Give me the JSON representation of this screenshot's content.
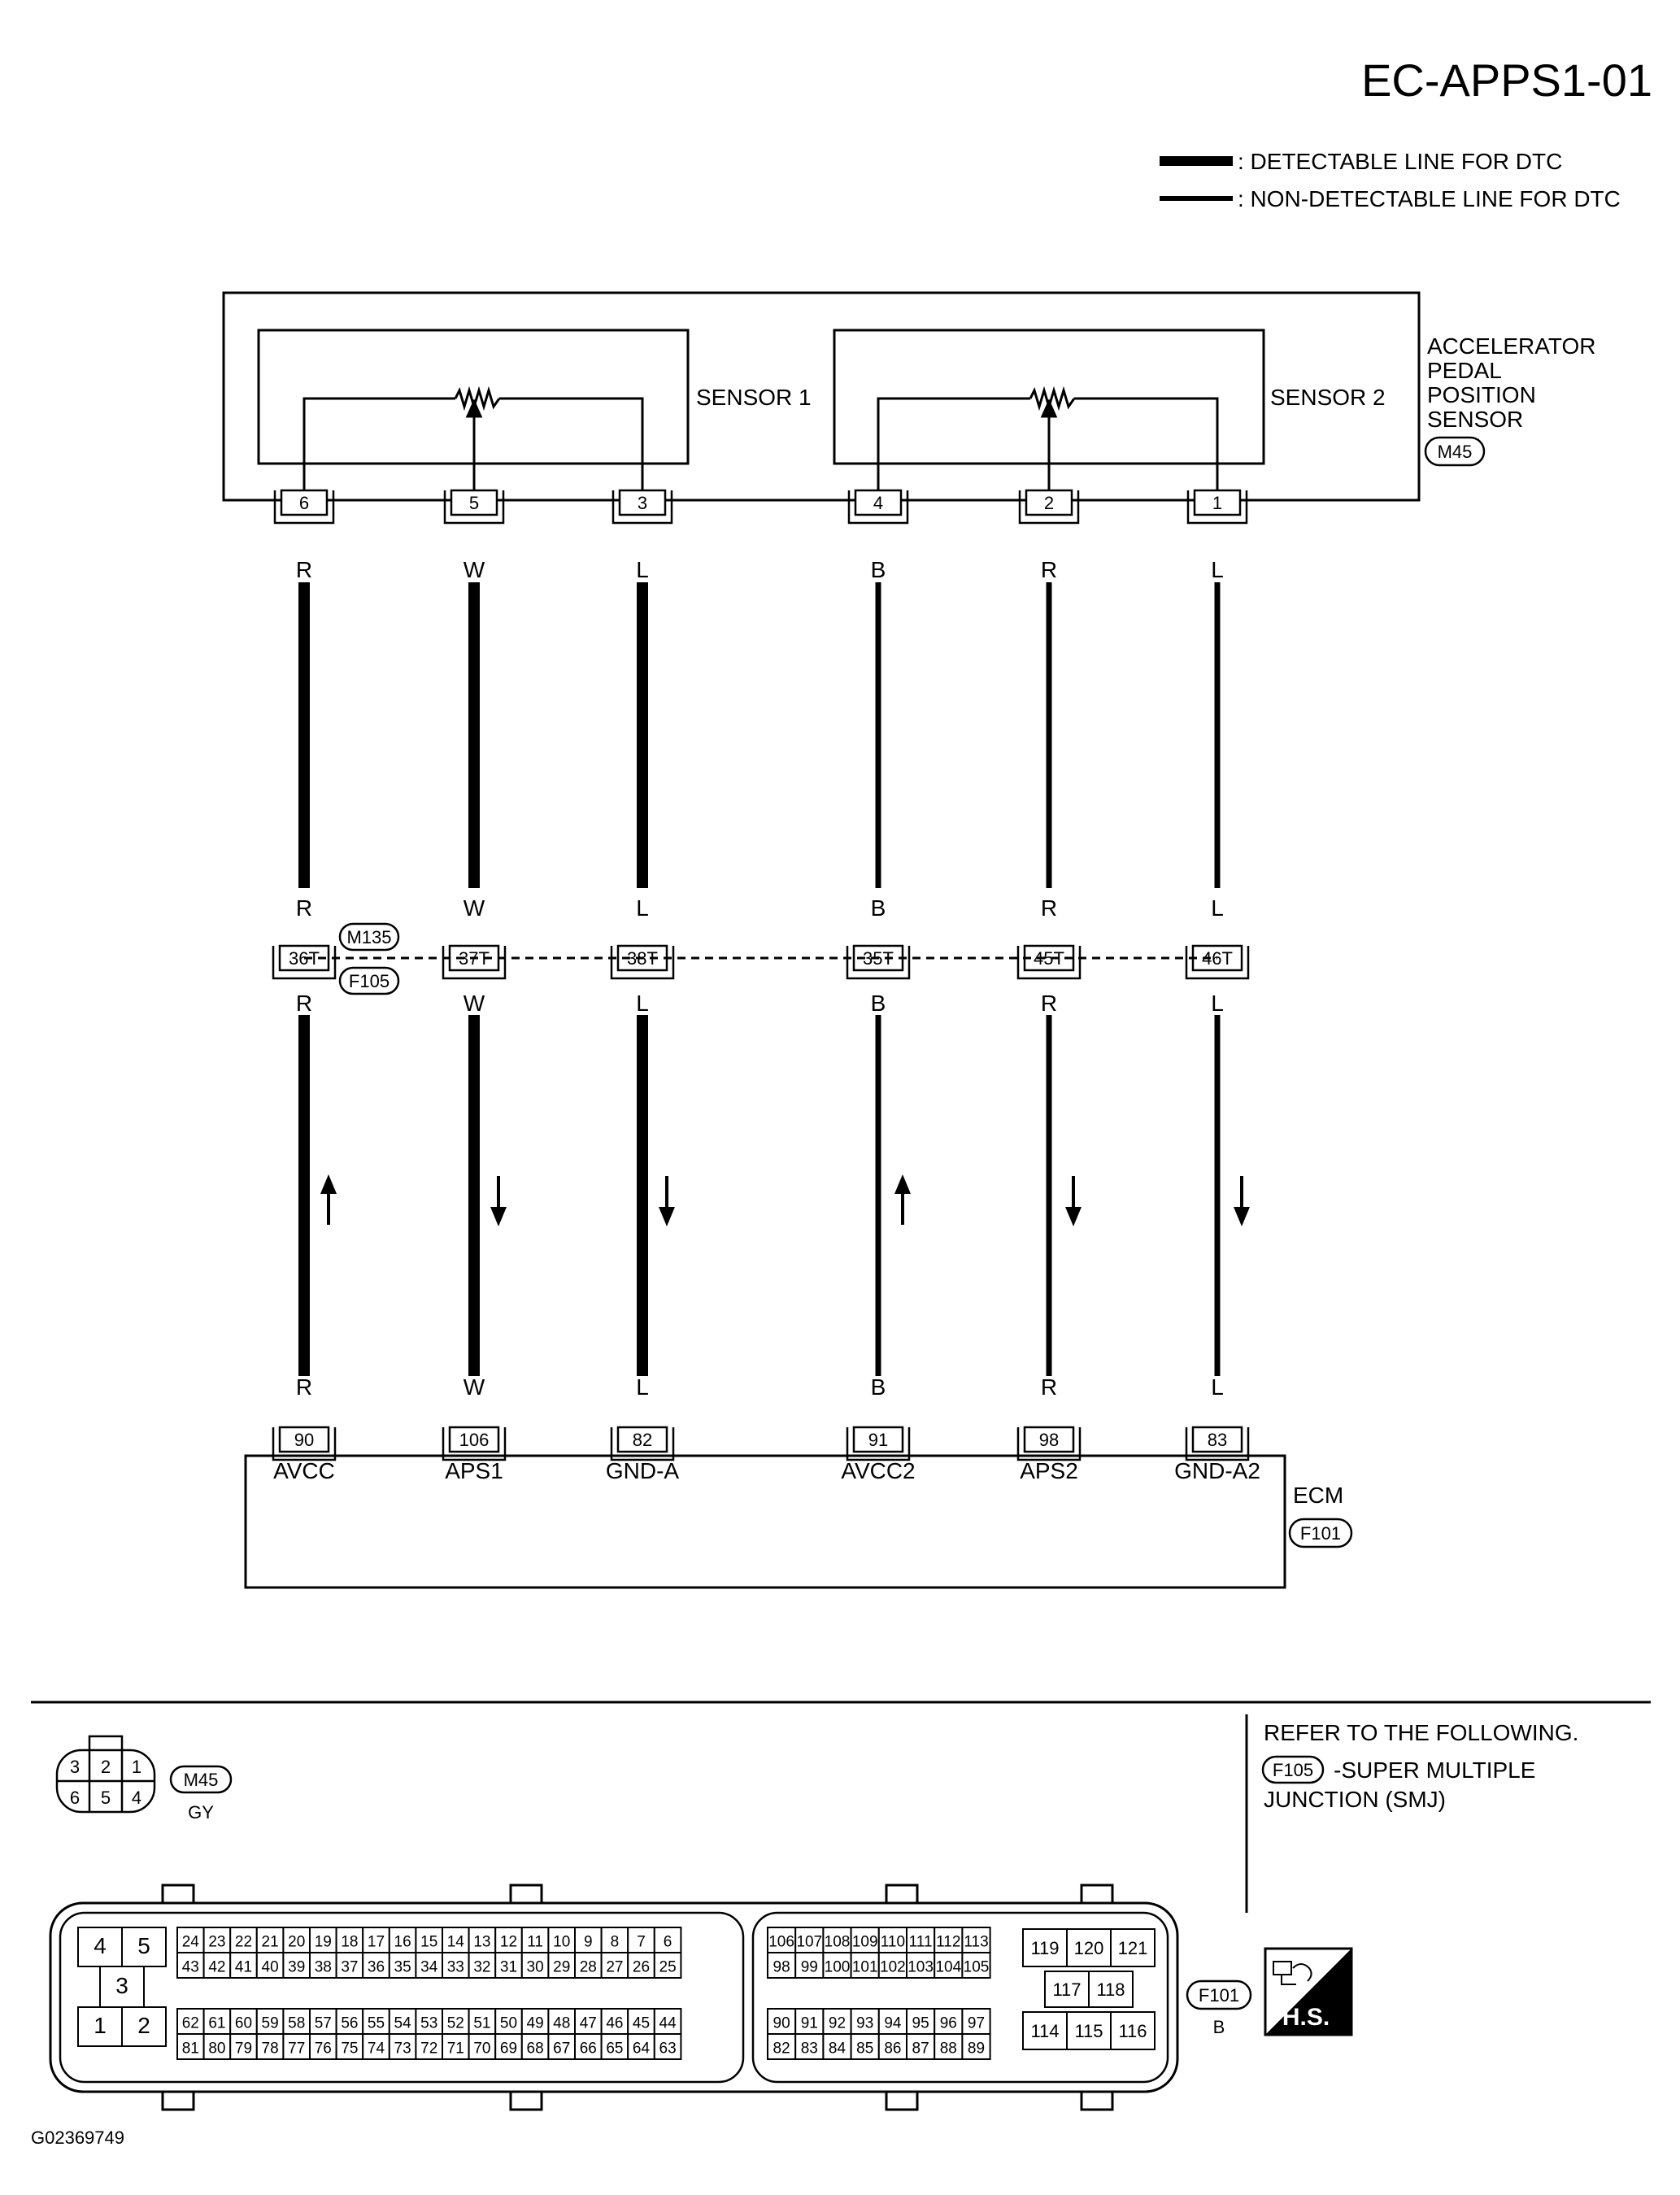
{
  "header": {
    "title": "EC-APPS1-01"
  },
  "legend": {
    "detectable": ": DETECTABLE LINE FOR DTC",
    "non_detectable": ": NON-DETECTABLE LINE FOR DTC"
  },
  "sensor_block": {
    "title_lines": [
      "ACCELERATOR",
      "PEDAL",
      "POSITION",
      "SENSOR"
    ],
    "connector": "M45",
    "sensor1": "SENSOR 1",
    "sensor2": "SENSOR 2"
  },
  "junction": {
    "top_id": "M135",
    "bottom_id": "F105"
  },
  "ecm": {
    "label": "ECM",
    "connector": "F101"
  },
  "circuits": [
    {
      "sensor_pin": "6",
      "color": "R",
      "junction_pin": "36T",
      "ecm_pin": "90",
      "ecm_signal": "AVCC",
      "detectable": true,
      "flow": "up"
    },
    {
      "sensor_pin": "5",
      "color": "W",
      "junction_pin": "37T",
      "ecm_pin": "106",
      "ecm_signal": "APS1",
      "detectable": true,
      "flow": "down"
    },
    {
      "sensor_pin": "3",
      "color": "L",
      "junction_pin": "38T",
      "ecm_pin": "82",
      "ecm_signal": "GND-A",
      "detectable": true,
      "flow": "down"
    },
    {
      "sensor_pin": "4",
      "color": "B",
      "junction_pin": "35T",
      "ecm_pin": "91",
      "ecm_signal": "AVCC2",
      "detectable": false,
      "flow": "up"
    },
    {
      "sensor_pin": "2",
      "color": "R",
      "junction_pin": "45T",
      "ecm_pin": "98",
      "ecm_signal": "APS2",
      "detectable": false,
      "flow": "down"
    },
    {
      "sensor_pin": "1",
      "color": "L",
      "junction_pin": "46T",
      "ecm_pin": "83",
      "ecm_signal": "GND-A2",
      "detectable": false,
      "flow": "down"
    }
  ],
  "footer": {
    "refer_text": "REFER TO THE FOLLOWING.",
    "refer_connector": "F105",
    "refer_desc_line1": "-SUPER MULTIPLE",
    "refer_desc_line2": "JUNCTION (SMJ)",
    "m45_connector": {
      "id": "M45",
      "color": "GY",
      "top_row": [
        "3",
        "2",
        "1"
      ],
      "bottom_row": [
        "6",
        "5",
        "4"
      ]
    },
    "f101_connector": {
      "id": "F101",
      "color": "B",
      "left_group": [
        "4",
        "5",
        "3",
        "1",
        "2"
      ],
      "main_rows": [
        [
          "24",
          "23",
          "22",
          "21",
          "20",
          "19",
          "18",
          "17",
          "16",
          "15",
          "14",
          "13",
          "12",
          "11",
          "10",
          "9",
          "8",
          "7",
          "6"
        ],
        [
          "43",
          "42",
          "41",
          "40",
          "39",
          "38",
          "37",
          "36",
          "35",
          "34",
          "33",
          "32",
          "31",
          "30",
          "29",
          "28",
          "27",
          "26",
          "25"
        ],
        [
          "62",
          "61",
          "60",
          "59",
          "58",
          "57",
          "56",
          "55",
          "54",
          "53",
          "52",
          "51",
          "50",
          "49",
          "48",
          "47",
          "46",
          "45",
          "44"
        ],
        [
          "81",
          "80",
          "79",
          "78",
          "77",
          "76",
          "75",
          "74",
          "73",
          "72",
          "71",
          "70",
          "69",
          "68",
          "67",
          "66",
          "65",
          "64",
          "63"
        ]
      ],
      "right_rows": [
        [
          "106",
          "107",
          "108",
          "109",
          "110",
          "111",
          "112",
          "113"
        ],
        [
          "98",
          "99",
          "100",
          "101",
          "102",
          "103",
          "104",
          "105"
        ],
        [
          "90",
          "91",
          "92",
          "93",
          "94",
          "95",
          "96",
          "97"
        ],
        [
          "82",
          "83",
          "84",
          "85",
          "86",
          "87",
          "88",
          "89"
        ]
      ],
      "end_group": {
        "top": [
          "119",
          "120",
          "121"
        ],
        "middle": [
          "117",
          "118"
        ],
        "bottom": [
          "114",
          "115",
          "116"
        ]
      }
    },
    "hs_badge": "H.S.",
    "figure_id": "G02369749"
  }
}
